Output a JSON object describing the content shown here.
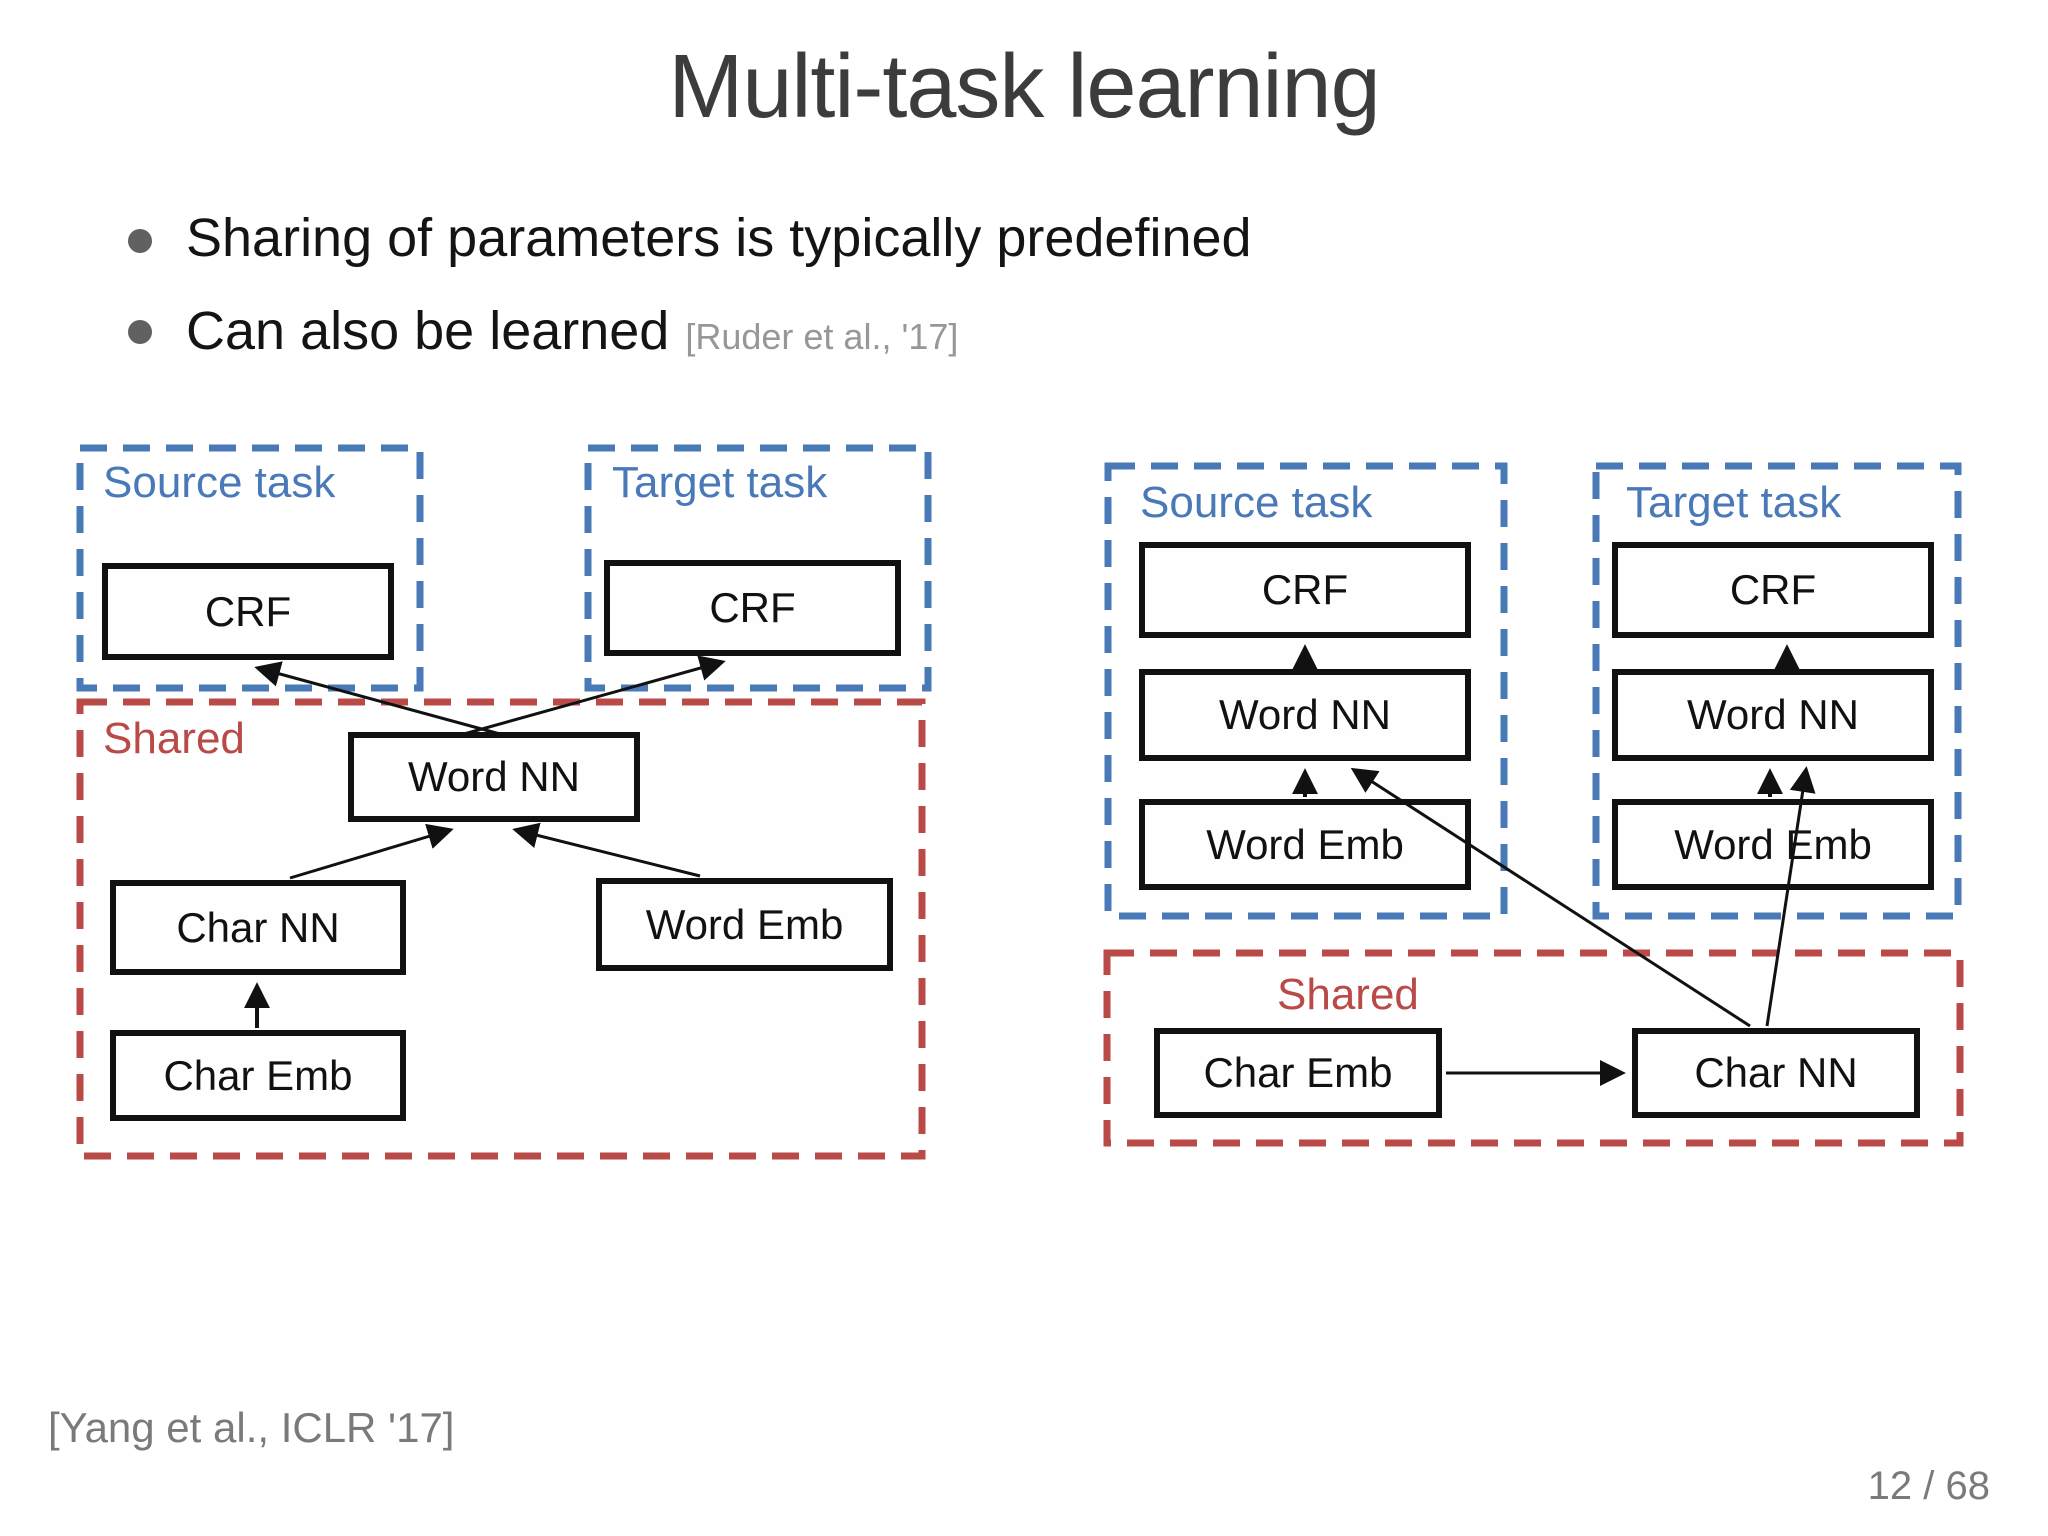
{
  "slide": {
    "title": "Multi-task learning",
    "bullet1": "Sharing of parameters is typically predefined",
    "bullet2": "Can also be learned",
    "bullet2_citation": "[Ruder et al., '17]",
    "footer_citation": "[Yang et al., ICLR '17]",
    "page_number": "12 / 68"
  },
  "colors": {
    "task_border_blue": "#4a79b8",
    "shared_border_red": "#b94a47",
    "box_border_black": "#111111",
    "title_gray": "#3c3c3c",
    "citation_gray": "#979797",
    "footer_gray": "#7a7a7a"
  },
  "left_diagram": {
    "source_task_label": "Source task",
    "target_task_label": "Target task",
    "shared_label": "Shared",
    "crf_source": "CRF",
    "crf_target": "CRF",
    "word_nn": "Word NN",
    "char_nn": "Char NN",
    "word_emb": "Word Emb",
    "char_emb": "Char Emb"
  },
  "right_diagram": {
    "source_task_label": "Source task",
    "target_task_label": "Target task",
    "shared_label": "Shared",
    "source_crf": "CRF",
    "source_word_nn": "Word NN",
    "source_word_emb": "Word Emb",
    "target_crf": "CRF",
    "target_word_nn": "Word NN",
    "target_word_emb": "Word Emb",
    "char_emb": "Char Emb",
    "char_nn": "Char NN"
  }
}
